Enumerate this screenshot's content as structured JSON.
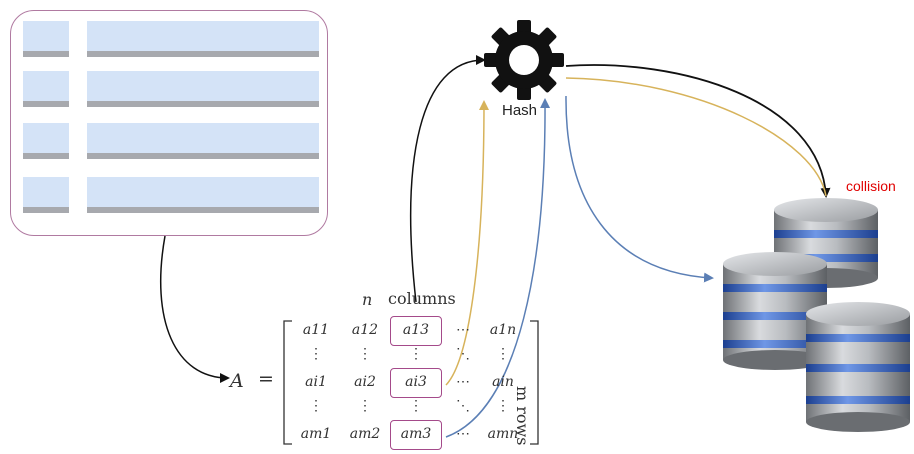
{
  "hash_label": "Hash",
  "collision_label": "collision",
  "matrix": {
    "name": "A",
    "equals": "=",
    "col_var": "n",
    "col_word": "columns",
    "row_word": "m  rows",
    "rows": [
      [
        "a11",
        "a12",
        "a13",
        "⋯",
        "a1n"
      ],
      [
        "⋮",
        "⋮",
        "⋮",
        "⋱",
        "⋮"
      ],
      [
        "ai1",
        "ai2",
        "ai3",
        "⋯",
        "ain"
      ],
      [
        "⋮",
        "⋮",
        "⋮",
        "⋱",
        "⋮"
      ],
      [
        "am1",
        "am2",
        "am3",
        "⋯",
        "amn"
      ]
    ]
  },
  "colors": {
    "table_border": "#b07aa1",
    "cell_fill": "#d4e3f7",
    "cell_shadow": "#a7a9ae",
    "arrow_black": "#111111",
    "arrow_gold": "#d7b35b",
    "arrow_blue": "#5b7fb5",
    "collision_text": "#e00000",
    "highlight": "#a44a8a"
  },
  "icons": [
    "gear-icon",
    "database-icon"
  ]
}
